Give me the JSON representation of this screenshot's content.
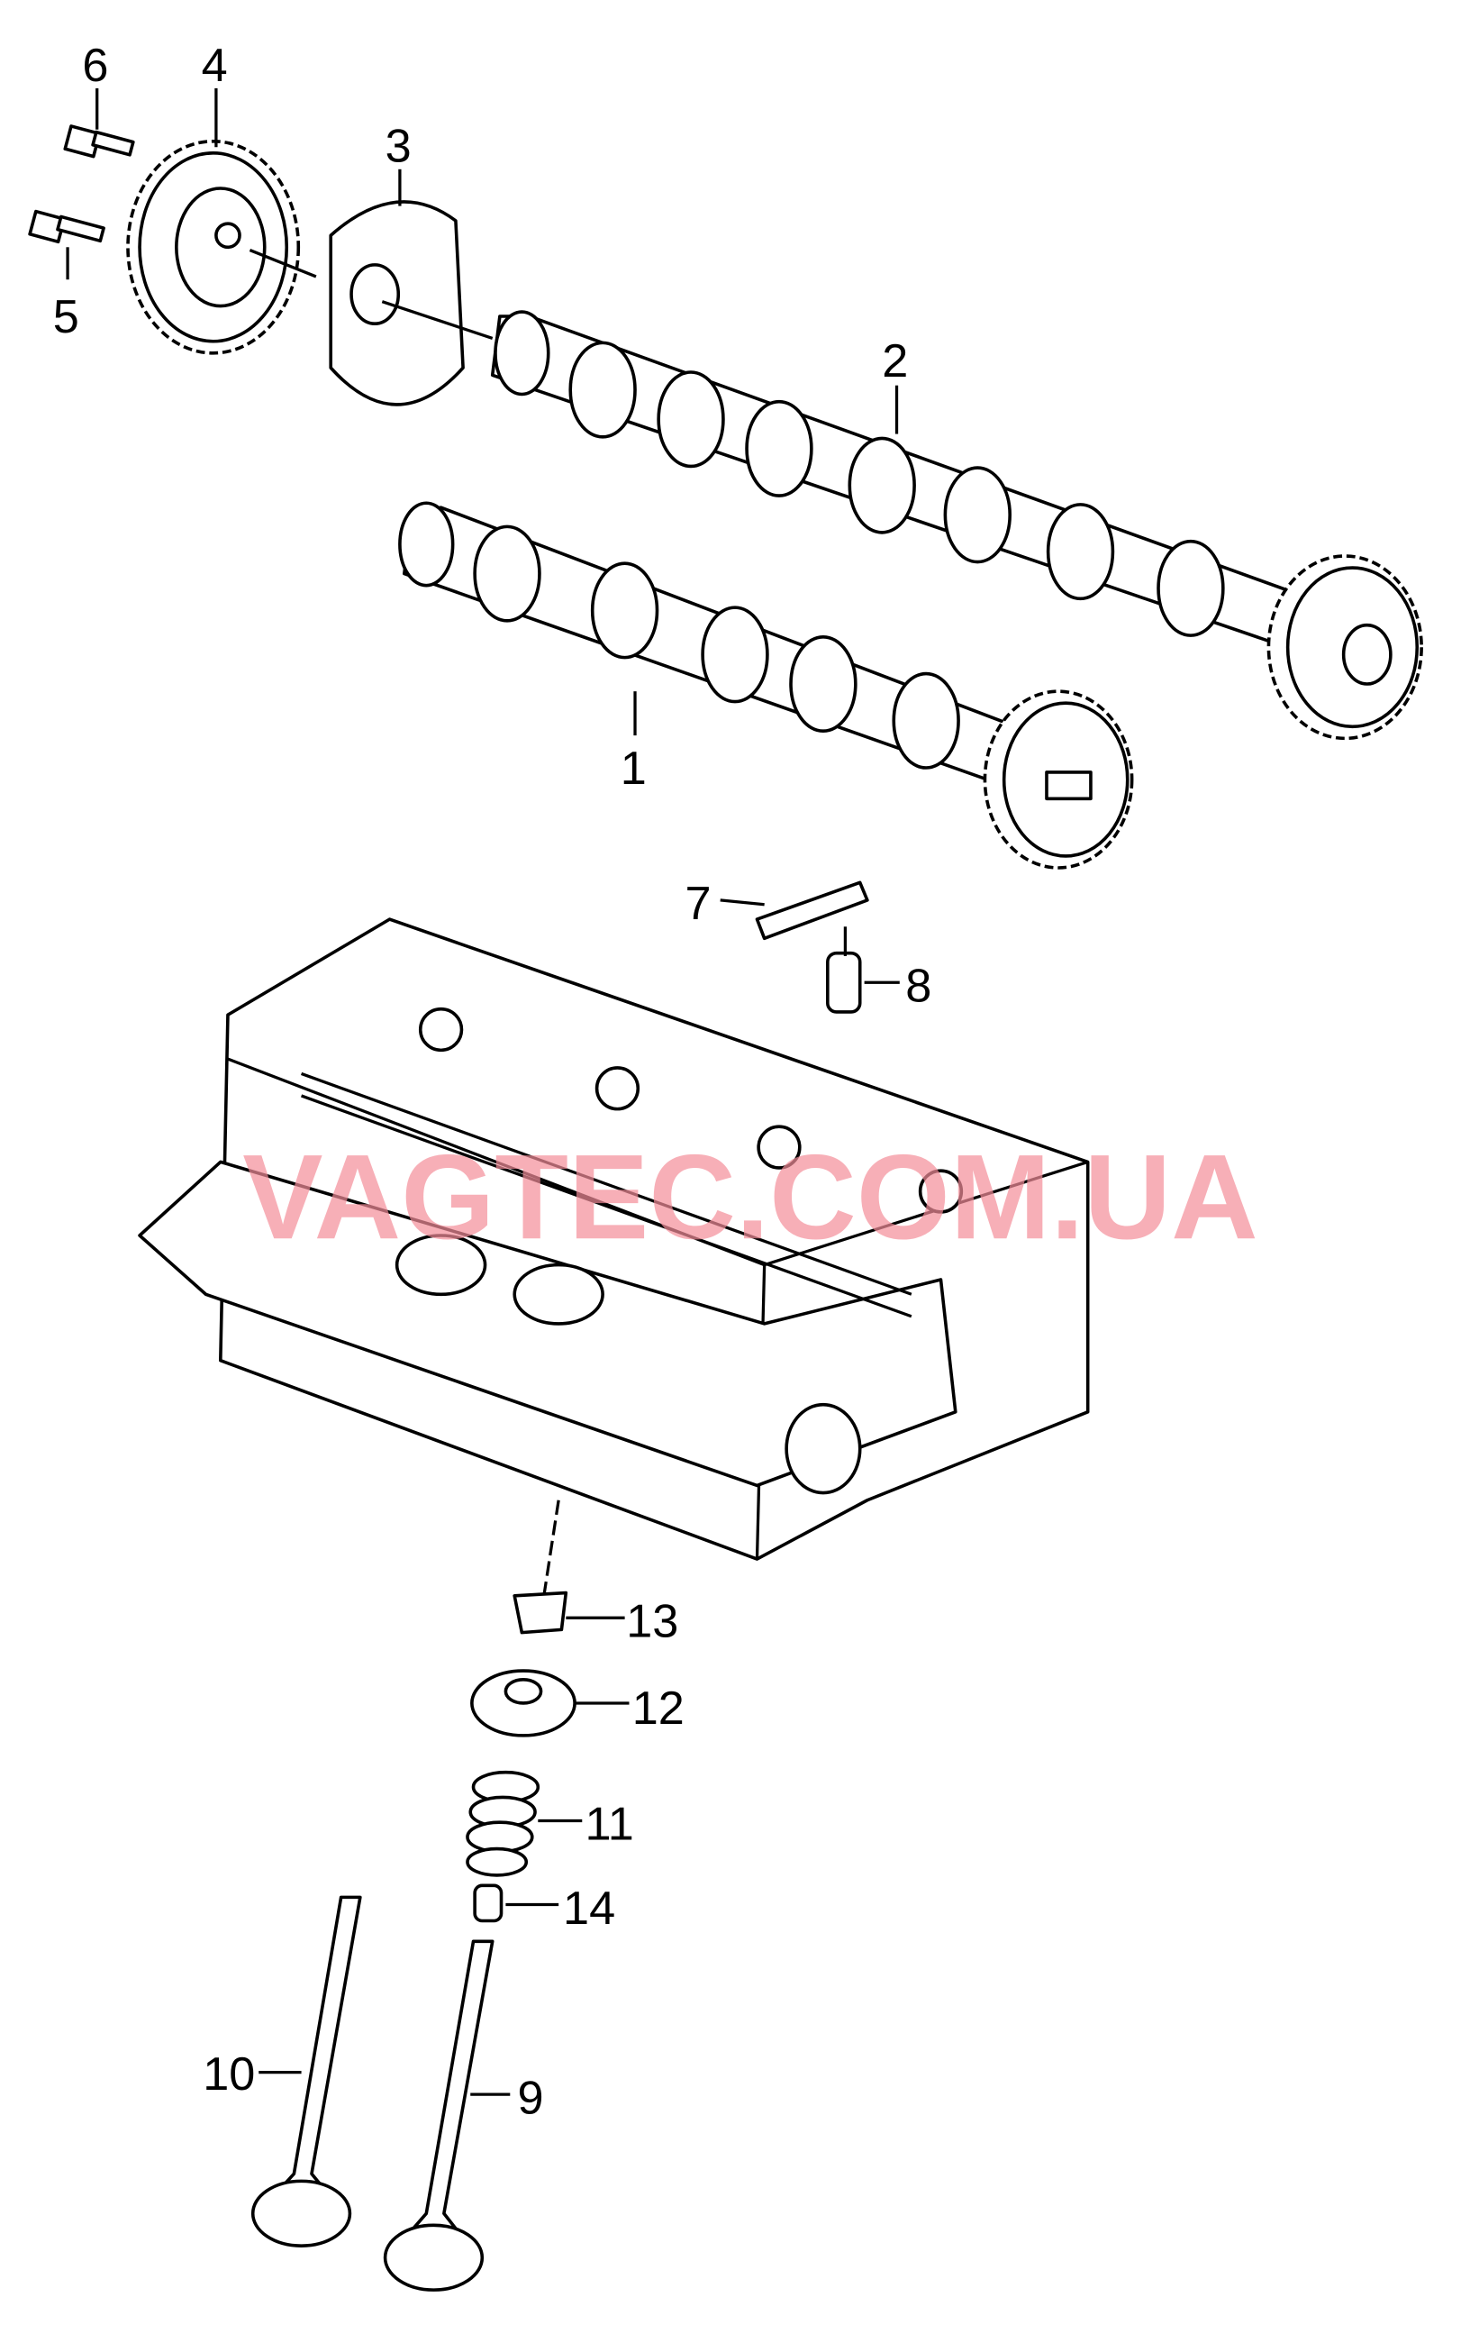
{
  "diagram": {
    "labels": {
      "l1": "1",
      "l2": "2",
      "l3": "3",
      "l4": "4",
      "l5": "5",
      "l6": "6",
      "l7": "7",
      "l8": "8",
      "l9": "9",
      "l10": "10",
      "l11": "11",
      "l12": "12",
      "l13": "13",
      "l14": "14"
    },
    "watermark": "VAGTEC.COM.UA"
  }
}
